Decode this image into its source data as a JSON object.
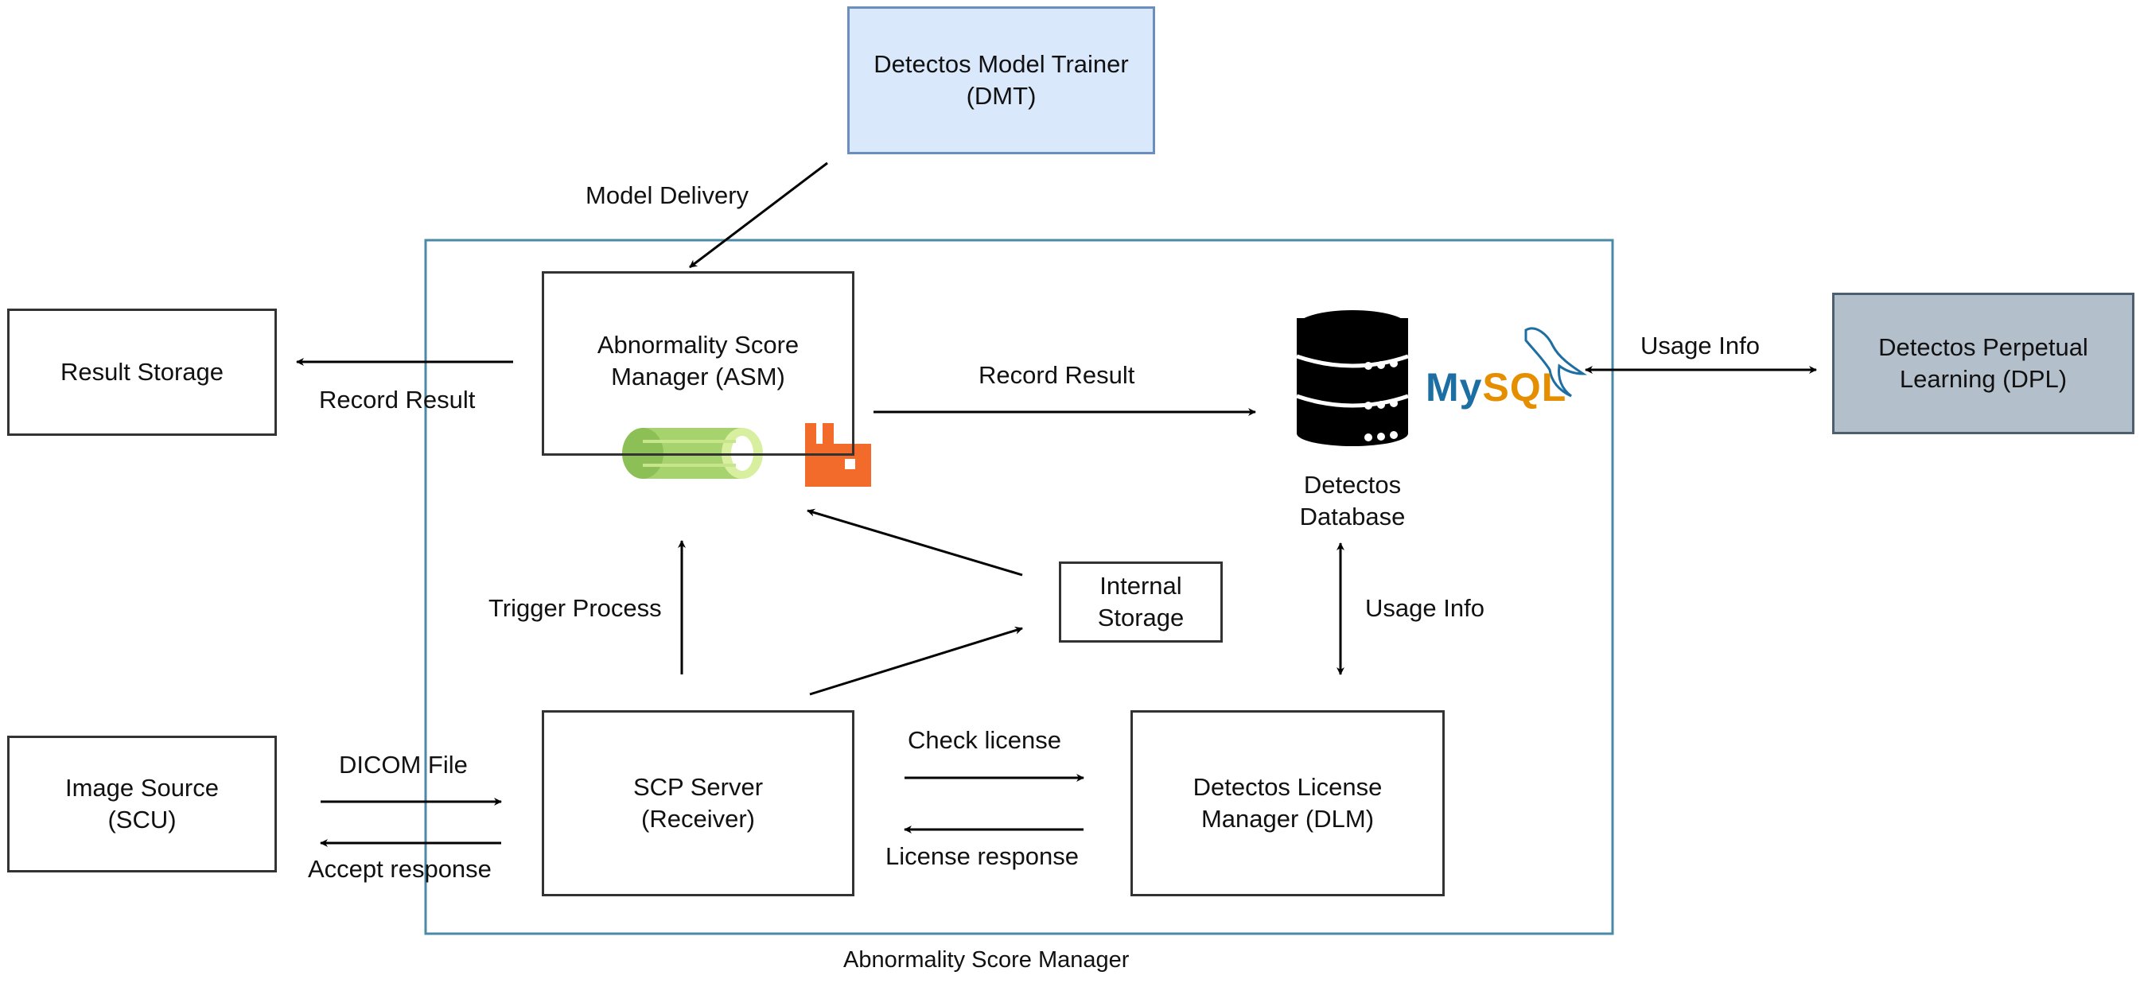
{
  "container": {
    "caption": "Abnormality Score Manager",
    "border_color": "#4a8aa8"
  },
  "nodes": {
    "dmt": {
      "label": "Detectos Model Trainer\n(DMT)",
      "fill": "#dae8fc",
      "stroke": "#6c8ebf"
    },
    "result_storage": {
      "label": "Result Storage"
    },
    "asm": {
      "label": "Abnormality Score\nManager (ASM)"
    },
    "dpl": {
      "label": "Detectos Perpetual\nLearning (DPL)",
      "fill": "#b3bfca",
      "stroke": "#4d5f6e"
    },
    "image_source": {
      "label": "Image Source\n(SCU)"
    },
    "scp": {
      "label": "SCP Server\n(Receiver)"
    },
    "internal_storage": {
      "label": "Internal\nStorage"
    },
    "dlm": {
      "label": "Detectos  License\nManager (DLM)"
    },
    "database": {
      "label": "Detectos\nDatabase"
    }
  },
  "edges": {
    "model_delivery": "Model Delivery",
    "record_result_left": "Record Result",
    "record_result_right": "Record Result",
    "usage_info_dpl": "Usage Info",
    "usage_info_dlm": "Usage Info",
    "trigger_process": "Trigger Process",
    "dicom_file": "DICOM File",
    "accept_response": "Accept response",
    "check_license": "Check license",
    "license_response": "License response"
  },
  "logos": {
    "mysql": {
      "text_my": "My",
      "text_sql": "SQL",
      "color_my": "#1d6fa3",
      "color_sql": "#e48e00"
    },
    "kafka_color": "#a6d36d",
    "rabbitmq_color": "#f26b2a",
    "database_icon": "database-icon"
  }
}
